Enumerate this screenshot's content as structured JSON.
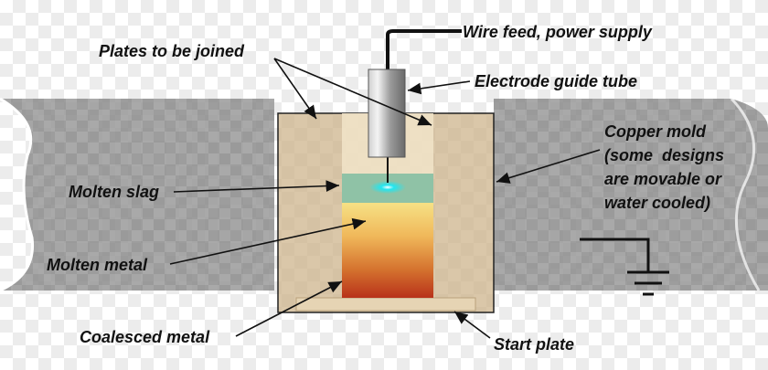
{
  "labels": {
    "plates": "Plates to be joined",
    "wire_feed": "Wire feed, power supply",
    "electrode": "Electrode guide tube",
    "copper_1": "Copper mold",
    "copper_2": "(some  designs",
    "copper_3": "are movable or",
    "copper_4": "water cooled)",
    "molten_slag": "Molten slag",
    "molten_metal": "Molten metal",
    "coalesced": "Coalesced metal",
    "start_plate": "Start plate"
  },
  "colors": {
    "plate_gray": "#8f8f8f",
    "mold_tan": "#cdb48c",
    "slag_green": "#8fc2a6",
    "arc_glow": "#22e6f0",
    "metal_top": "#f6e185",
    "metal_bottom": "#b8321a",
    "electrode_gray": "#9a9a9a",
    "start_plate": "#e6d4b4"
  },
  "icons": {
    "ground": "ground-symbol-icon"
  }
}
